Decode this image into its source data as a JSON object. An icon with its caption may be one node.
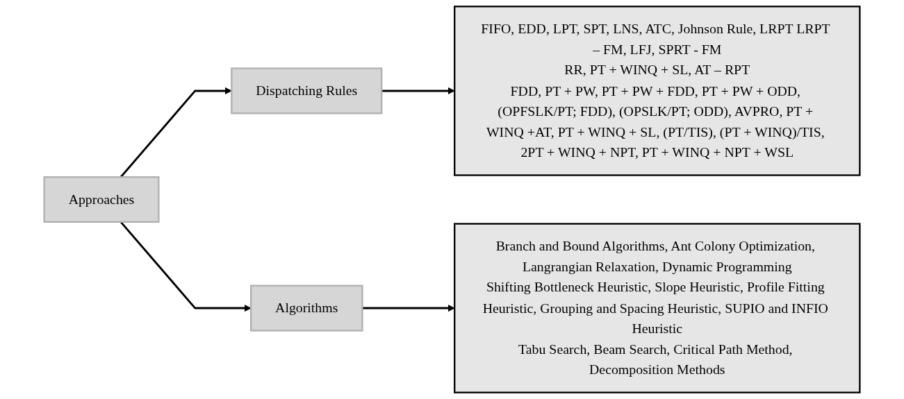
{
  "diagram": {
    "nodes": [
      {
        "text": [
          "Approaches"
        ]
      },
      {
        "text": [
          "Dispatching Rules"
        ]
      },
      {
        "text": [
          "FIFO, EDD, LPT, SPT, LNS, ATC, Johnson Rule, LRPT LRPT – FM, LFJ, SPRT - FM",
          "RR, PT + WINQ + SL, AT – RPT",
          "FDD, PT + PW, PT + PW + FDD, PT + PW + ODD, (OPFSLK/PT; FDD), (OPSLK/PT; ODD), AVPRO, PT + WINQ +AT, PT + WINQ + SL, (PT/TIS), (PT + WINQ)/TIS, 2PT + WINQ + NPT, PT + WINQ + NPT + WSL"
        ]
      },
      {
        "text": [
          "Algorithms"
        ]
      },
      {
        "text": [
          "Branch and Bound Algorithms, Ant Colony Optimization, Langrangian Relaxation, Dynamic Programming",
          "Shifting Bottleneck Heuristic, Slope Heuristic, Profile Fitting Heuristic, Grouping and Spacing Heuristic, SUPIO and INFIO Heuristic",
          "Tabu Search, Beam Search, Critical Path Method, Decomposition Methods"
        ]
      }
    ],
    "edges": [
      {
        "from": 0,
        "to": 1,
        "arrow": "to"
      },
      {
        "from": 0,
        "to": 3,
        "arrow": "to"
      },
      {
        "from": 1,
        "to": 2,
        "arrow": "to"
      },
      {
        "from": 3,
        "to": 4,
        "arrow": "to"
      }
    ]
  }
}
